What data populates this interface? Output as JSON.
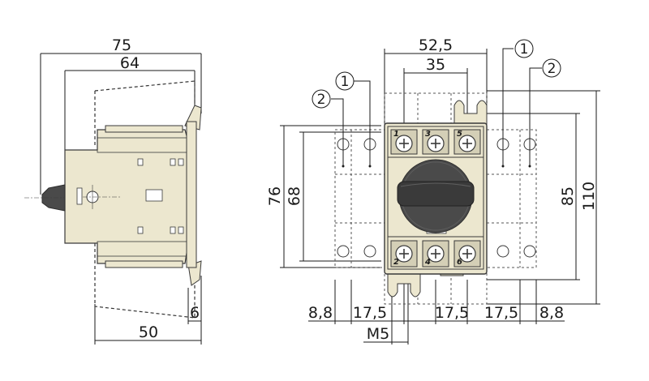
{
  "side_view": {
    "dims": {
      "overall_width": "75",
      "body_width": "64",
      "base_depth": "50",
      "rail_offset": "6"
    }
  },
  "front_view": {
    "dims": {
      "overall_width": "52,5",
      "terminal_span": "35",
      "outer_height": "76",
      "inner_height": "68",
      "mount_height": "85",
      "overall_height": "110",
      "edge_left": "8,8",
      "pitch_left": "17,5",
      "pitch_mid": "17,5",
      "pitch_right": "17,5",
      "edge_right": "8,8",
      "screw": "M5"
    },
    "callouts": [
      "1",
      "2",
      "1",
      "2"
    ],
    "terminals_top": [
      "1",
      "3",
      "5"
    ],
    "terminals_bottom": [
      "2",
      "4",
      "6"
    ]
  },
  "colors": {
    "body": "#ece7cf",
    "body_stroke": "#3a3a3a",
    "knob": "#4a4a4a",
    "knob_dark": "#2e2e2e",
    "terminal": "#d4cfb6",
    "line": "#1a1a1a"
  }
}
